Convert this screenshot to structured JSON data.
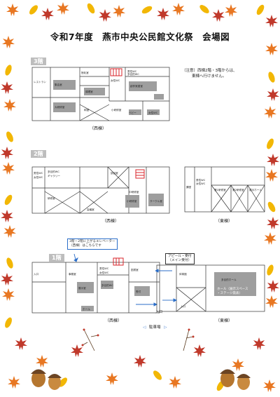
{
  "title": "令和7年度　燕市中央公民館文化祭　会場図",
  "floors": {
    "f3": {
      "label": "3階",
      "caption": "（西棟）",
      "note_lines": [
        "（注意）西棟2階・3階からは、",
        "東棟へ行けません。"
      ],
      "rooms": [
        "レストラン",
        "集会室",
        "大研修室",
        "授乳室",
        "調理室",
        "男性WC",
        "多目的WC",
        "女性WC",
        "創作実習室",
        "和室",
        "小研修室",
        "ベビールーム",
        "女性WC"
      ]
    },
    "f2": {
      "label": "2階",
      "caption_west": "（西棟）",
      "caption_east": "（東棟）",
      "rooms": [
        "男性WC",
        "女性WC",
        "多目的WC",
        "ギャラリー",
        "研修室",
        "会議室",
        "談話室",
        "中研修室",
        "小研修室",
        "サークル室",
        "男性WC",
        "女性WC",
        "第1研修室",
        "第2研修室",
        "展示ホール",
        "講堂"
      ]
    },
    "f1": {
      "label": "1階",
      "caption_west": "（西棟）",
      "caption_east": "（東棟）",
      "callout_lines": [
        "3階・2階に上がるエレベーター",
        "（西棟）はこちらです"
      ],
      "info_lines": [
        "アピール・受付",
        "（メイン受付）"
      ],
      "entrance_label": "入口",
      "parking_label": "駐車場",
      "rooms": [
        "入口",
        "事務室",
        "展示室",
        "男性WC",
        "女性WC",
        "多目的WC",
        "図書室",
        "受付",
        "ホール",
        "多目的ホール",
        "体育館",
        "入口"
      ],
      "right_room_lines": [
        "ホール（展示スペース",
        "・ステージ発表）"
      ]
    }
  },
  "colors": {
    "wall": "#333333",
    "stair_red": "#d8262b",
    "arrow_blue": "#2b6ec9",
    "label_gray": "#bdbdbd",
    "room_fill": "#9e9e9e",
    "border_orange": "#e87722",
    "border_yellow": "#f2b705",
    "border_red": "#c0392b",
    "acorn_brown": "#8d5a2b"
  }
}
